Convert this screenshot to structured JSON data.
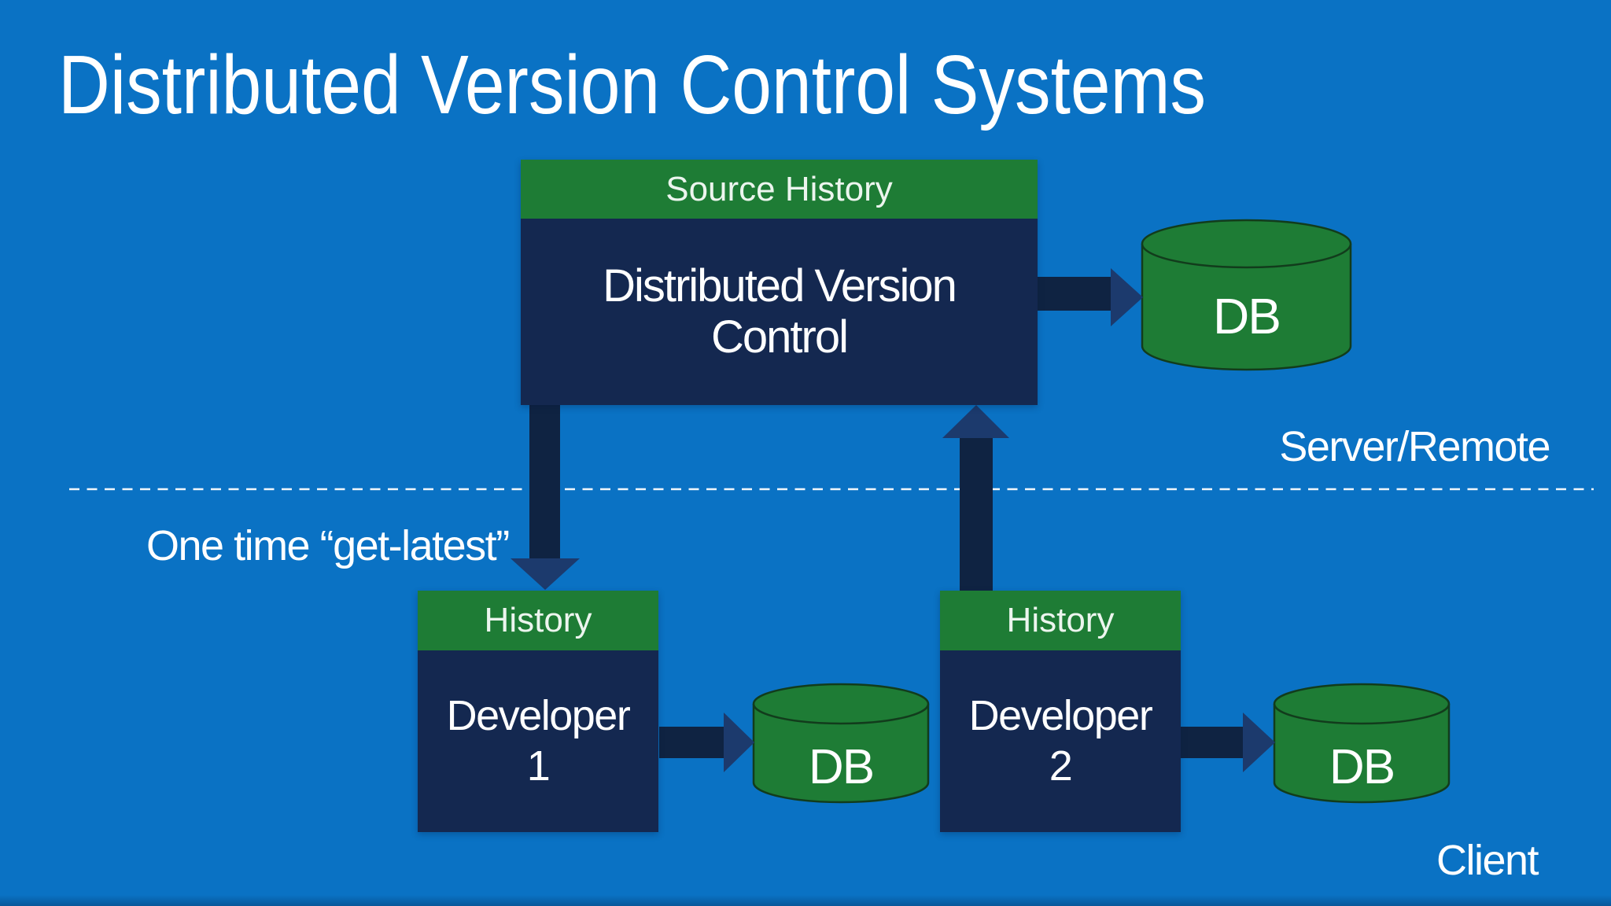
{
  "slide": {
    "title": "Distributed Version Control Systems",
    "labels": {
      "server_region": "Server/Remote",
      "client_region": "Client",
      "annotation": "One time “get-latest”"
    },
    "colors": {
      "background": "#0a72c4",
      "box_navy": "#142850",
      "header_green": "#1e7c35",
      "cylinder_green": "#1e7c35",
      "cylinder_outline": "#123c1c",
      "arrow_shaft": "#0f2342",
      "arrow_head": "#1c3a6d",
      "divider": "#f0f6fb",
      "text": "#ffffff"
    }
  },
  "nodes": {
    "dvc": {
      "header": "Source History",
      "body": "Distributed Version\nControl"
    },
    "dev1": {
      "header": "History",
      "body": "Developer\n1"
    },
    "dev2": {
      "header": "History",
      "body": "Developer\n2"
    },
    "server_db": {
      "label": "DB"
    },
    "dev1_db": {
      "label": "DB"
    },
    "dev2_db": {
      "label": "DB"
    }
  }
}
